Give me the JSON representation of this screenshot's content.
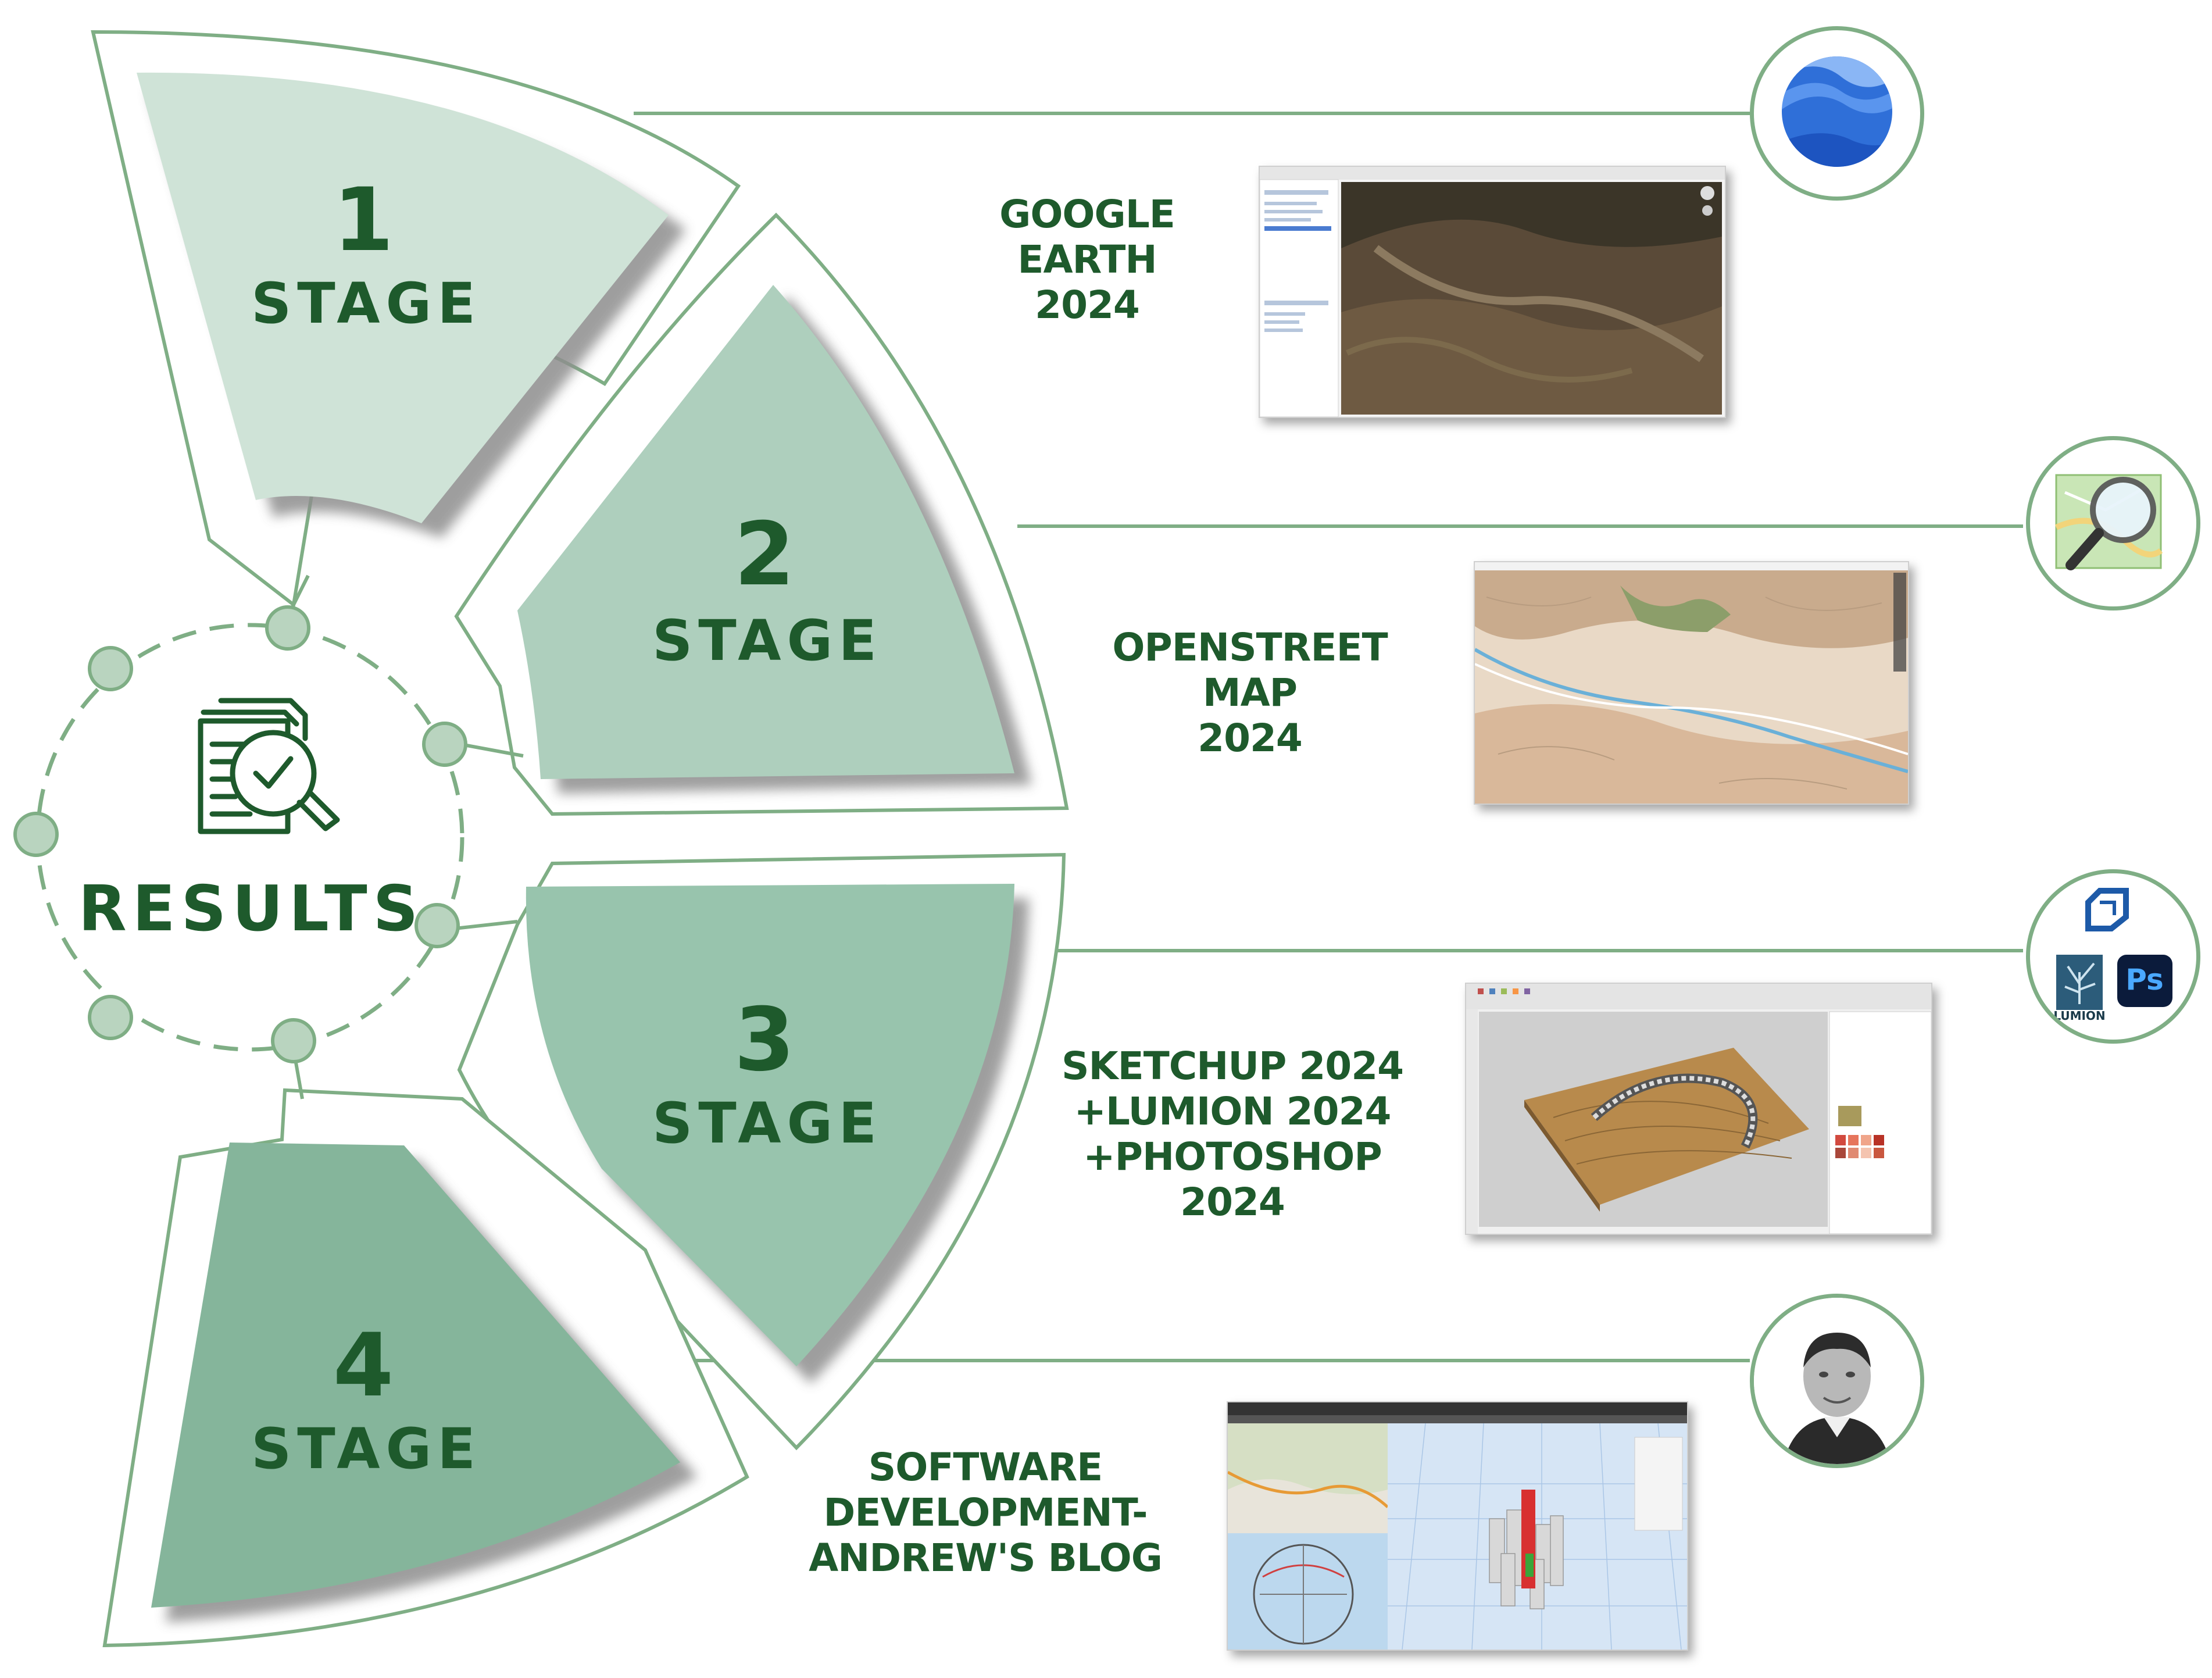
{
  "center": {
    "label": "RESULTS",
    "icon": "document-search-check-icon"
  },
  "stages": [
    {
      "number": "1",
      "label": "STAGE",
      "fill": "#cfe3d7"
    },
    {
      "number": "2",
      "label": "STAGE",
      "fill": "#aecfbd"
    },
    {
      "number": "3",
      "label": "STAGE",
      "fill": "#98c4ad"
    },
    {
      "number": "4",
      "label": "STAGE",
      "fill": "#85b59b"
    }
  ],
  "tools": [
    {
      "lines": [
        "GOOGLE",
        "EARTH",
        "2024"
      ],
      "logo": "google-earth-logo-icon",
      "screenshot": "google-earth-screenshot"
    },
    {
      "lines": [
        "OPENSTREET",
        "MAP",
        "2024"
      ],
      "logo": "openstreetmap-logo-icon",
      "screenshot": "openstreetmap-screenshot"
    },
    {
      "lines": [
        "SKETCHUP 2024",
        "+LUMION 2024",
        "+PHOTOSHOP",
        "2024"
      ],
      "logo": "sketchup-lumion-photoshop-logos-icon",
      "screenshot": "sketchup-screenshot",
      "logo_labels": {
        "lumion": "LUMION",
        "photoshop": "Ps"
      }
    },
    {
      "lines": [
        "SOFTWARE",
        "DEVELOPMENT-",
        "ANDREW'S BLOG"
      ],
      "logo": "author-portrait-icon",
      "screenshot": "software-development-screenshot"
    }
  ],
  "colors": {
    "text_green": "#1e5a2c",
    "outline_green": "#7fae85",
    "dot_fill": "#b9d4bf"
  }
}
